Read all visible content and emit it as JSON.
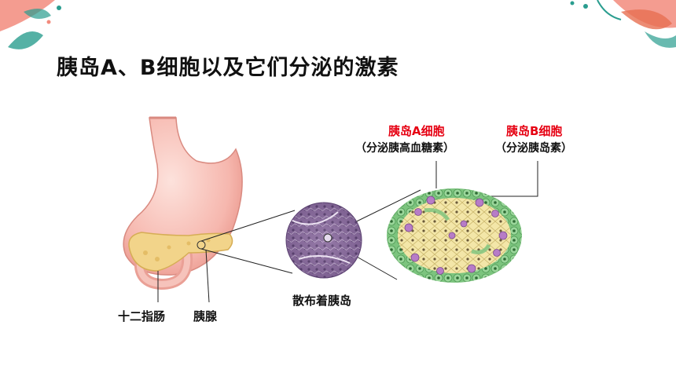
{
  "slide": {
    "title": "胰岛A、B细胞以及它们分泌的激素"
  },
  "labels": {
    "duodenum": "十二指肠",
    "pancreas": "胰腺",
    "scattered_islets": "散布着胰岛",
    "cell_a_name": "胰岛A细胞",
    "cell_a_secretion": "（分泌胰高血糖素）",
    "cell_b_name": "胰岛B细胞",
    "cell_b_secretion": "（分泌胰岛素）"
  },
  "colors": {
    "cell_a_label": "#e60012",
    "cell_b_label": "#e60012",
    "islet_b_cells": "#f3e6a8",
    "islet_a_cells": "#b77cc7",
    "islet_rim": "#6fbf73",
    "stomach": "#f6b7ae",
    "pancreas": "#f2d48a"
  }
}
